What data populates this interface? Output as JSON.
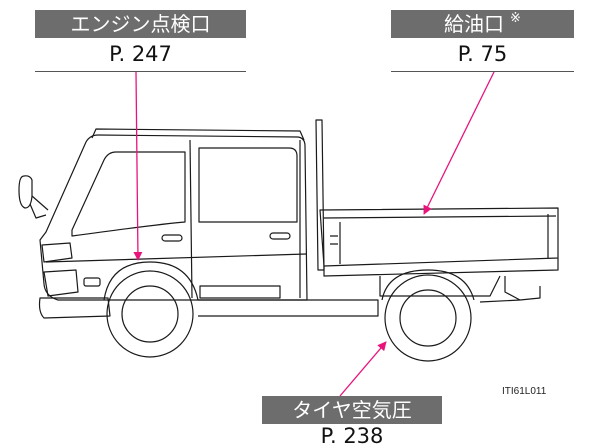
{
  "labels": {
    "engine_oil": {
      "title": "エンジン点検口",
      "page": "P. 247"
    },
    "fuel": {
      "title": "給油口",
      "note_mark": "※",
      "page": "P. 75"
    },
    "tire": {
      "title": "タイヤ空気圧",
      "page": "P. 238"
    }
  },
  "figure_code": "ITI61L011",
  "colors": {
    "label_bg": "#6d6d6d",
    "arrow": "#e8147c",
    "outline": "#1a1a1a"
  }
}
